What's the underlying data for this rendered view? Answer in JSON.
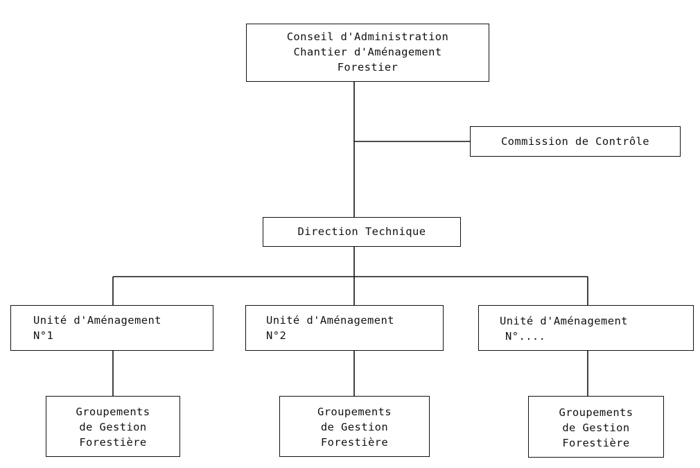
{
  "nodes": {
    "conseil": {
      "lines": [
        "Conseil d'Administration",
        "Chantier d'Aménagement",
        "Forestier"
      ]
    },
    "commission": {
      "lines": [
        "Commission de Contrôle"
      ]
    },
    "direction": {
      "lines": [
        "Direction Technique"
      ]
    },
    "unite1": {
      "lines": [
        "Unité d'Aménagement",
        "N°1"
      ]
    },
    "unite2": {
      "lines": [
        "Unité d'Aménagement",
        "N°2"
      ]
    },
    "unite3": {
      "lines": [
        "Unité d'Aménagement",
        "N°...."
      ]
    },
    "groupement1": {
      "lines": [
        "Groupements",
        "de Gestion",
        "Forestière"
      ]
    },
    "groupement2": {
      "lines": [
        "Groupements",
        "de Gestion",
        "Forestière"
      ]
    },
    "groupement3": {
      "lines": [
        "Groupements",
        "de Gestion",
        "Forestière"
      ]
    }
  },
  "edges": [
    {
      "from": "conseil",
      "to": "direction"
    },
    {
      "from": "conseil",
      "to": "commission"
    },
    {
      "from": "direction",
      "to": "unite1"
    },
    {
      "from": "direction",
      "to": "unite2"
    },
    {
      "from": "direction",
      "to": "unite3"
    },
    {
      "from": "unite1",
      "to": "groupement1"
    },
    {
      "from": "unite2",
      "to": "groupement2"
    },
    {
      "from": "unite3",
      "to": "groupement3"
    }
  ],
  "colors": {
    "line": "#111111",
    "background": "#ffffff"
  }
}
